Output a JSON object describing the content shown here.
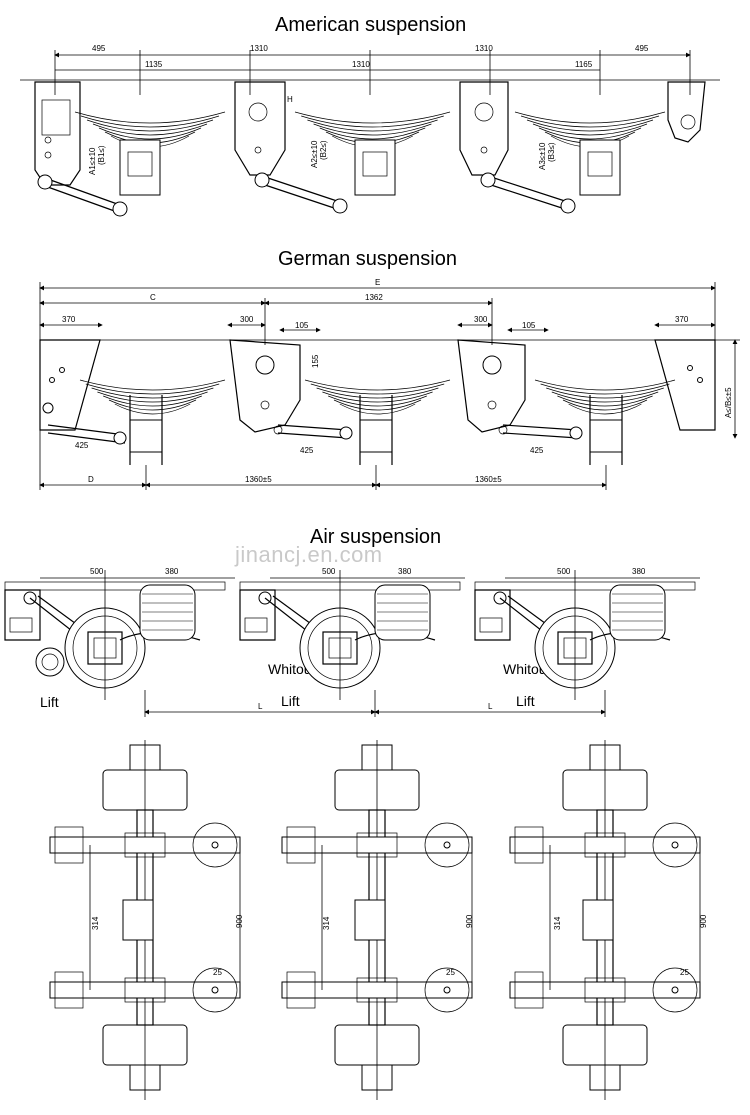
{
  "watermark": "jinancj.en.com",
  "american": {
    "title": "American suspension",
    "dims_top": [
      "495",
      "1310",
      "1310",
      "495"
    ],
    "dims_second": [
      "1135",
      "1310",
      "1165"
    ],
    "labels": [
      "A1≤±10",
      "A2≤±10",
      "A3≤±10",
      "(B1≤)",
      "(B2≤)",
      "(B3≤)",
      "H"
    ]
  },
  "german": {
    "title": "German suspension",
    "dims_top": [
      "E",
      "C",
      "1362"
    ],
    "dims_mid": [
      "370",
      "300",
      "105",
      "300",
      "105",
      "370",
      "155"
    ],
    "dims_arm": [
      "425",
      "425",
      "425"
    ],
    "dims_bottom": [
      "D",
      "1360±5",
      "1360±5"
    ],
    "dim_side": "A≤/B≤±5"
  },
  "air": {
    "title": "Air suspension",
    "units": [
      {
        "d1": "500",
        "d2": "380",
        "caption": "Lift"
      },
      {
        "d1": "500",
        "d2": "380",
        "caption_top": "Whitout",
        "caption": "Lift"
      },
      {
        "d1": "500",
        "d2": "380",
        "caption_top": "Whitout",
        "caption": "Lift"
      }
    ],
    "dim_L": [
      "L",
      "L"
    ]
  },
  "axles": {
    "units": [
      {
        "d314": "314",
        "d900": "900",
        "d25": "25"
      },
      {
        "d314": "314",
        "d900": "900",
        "d25": "25"
      },
      {
        "d314": "314",
        "d900": "900",
        "d25": "25"
      }
    ]
  }
}
